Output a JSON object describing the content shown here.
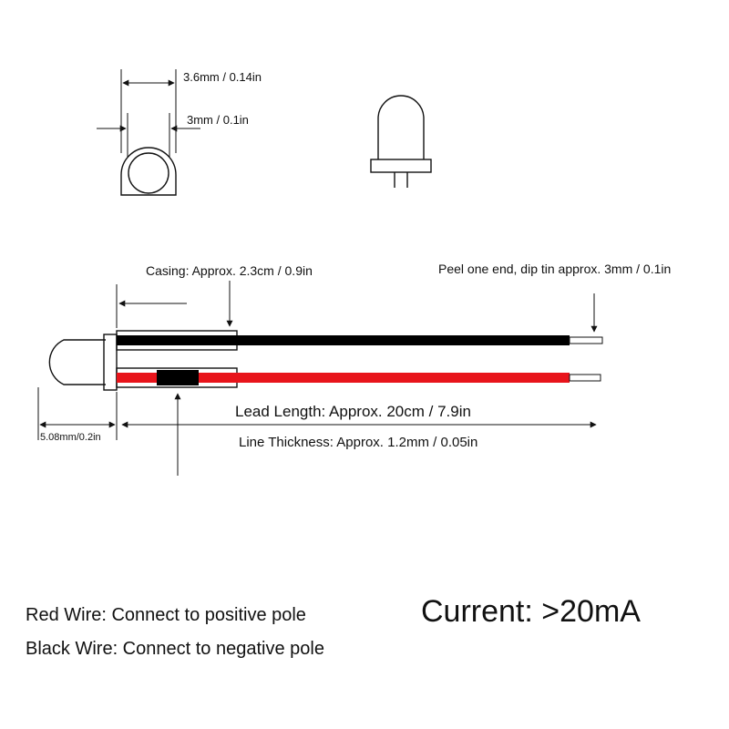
{
  "dimensions": {
    "lens_diameter": "3.6mm / 0.14in",
    "lead_spacing": "3mm / 0.1in",
    "casing": "Casing: Approx. 2.3cm / 0.9in",
    "peel": "Peel one end, dip tin approx. 3mm / 0.1in",
    "lead_length": "Lead Length: Approx. 20cm / 7.9in",
    "line_thickness": "Line Thickness: Approx. 1.2mm / 0.05in",
    "led_length": "5.08mm/0.2in"
  },
  "notes": {
    "red_wire": "Red Wire: Connect to positive pole",
    "black_wire": "Black Wire: Connect to negative pole",
    "current": "Current: >20mA"
  },
  "colors": {
    "red_wire": "#e8141b",
    "black_wire": "#000000",
    "outline": "#111111"
  }
}
